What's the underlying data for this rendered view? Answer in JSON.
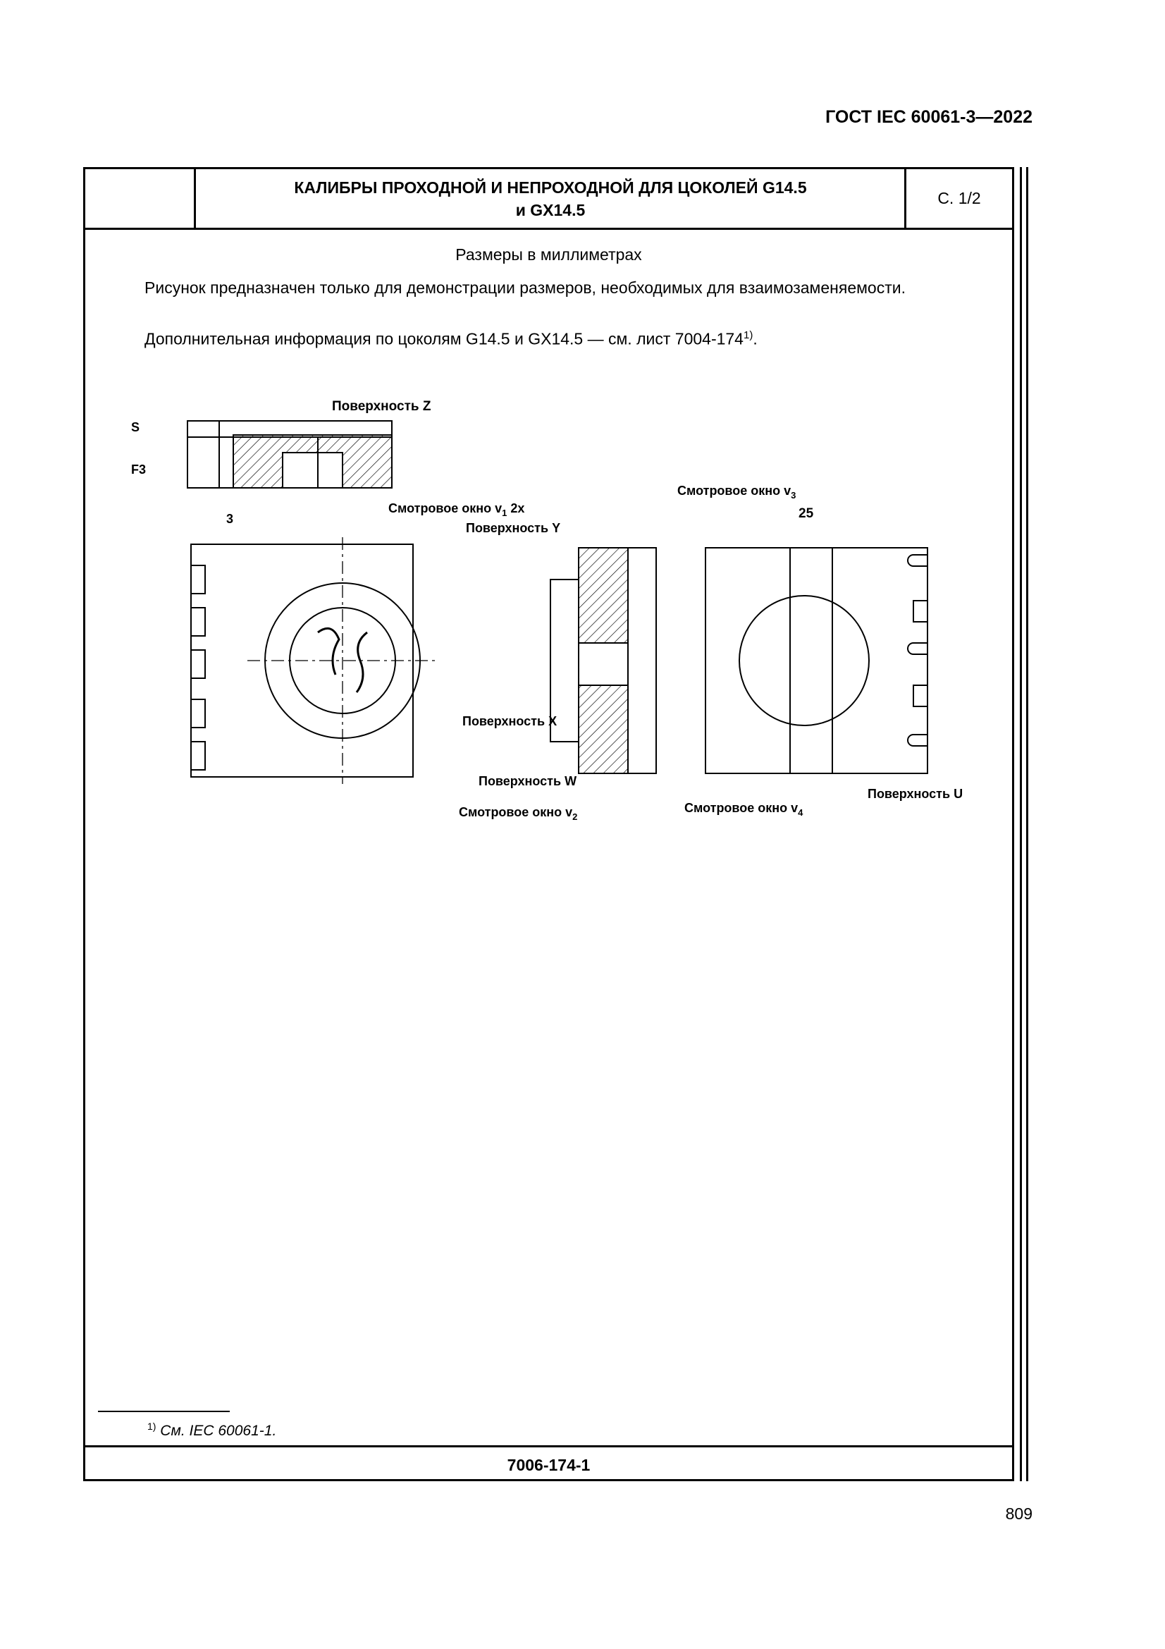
{
  "header": {
    "standard": "ГОСТ IEC 60061-3—2022"
  },
  "table": {
    "title_line1": "КАЛИБРЫ ПРОХОДНОЙ И НЕПРОХОДНОЙ ДЛЯ ЦОКОЛЕЙ G14.5",
    "title_line2": "и GX14.5",
    "sheet_page": "С. 1/2"
  },
  "body": {
    "units_note": "Размеры в миллиметрах",
    "para1": "Рисунок предназначен только для демонстрации размеров, необходимых для взаимозаменяемости.",
    "para2_text": "Дополнительная информация по цоколям G14.5 и GX14.5 — см. лист 7004-174",
    "para2_sup": "1)",
    "para2_end": "."
  },
  "drawing": {
    "labels": {
      "surface_z": "Поверхность Z",
      "surface_y": "Поверхность Y",
      "surface_x": "Поверхность X",
      "surface_w": "Поверхность W",
      "surface_u": "Поверхность U",
      "window_v1": "Смотровое окно v",
      "window_v1_sub": "1",
      "window_v1_suffix": " 2x",
      "window_v2": "Смотровое окно v",
      "window_v2_sub": "2",
      "window_v3": "Смотровое окно v",
      "window_v3_sub": "3",
      "window_v4": "Смотровое окно v",
      "window_v4_sub": "4",
      "dim_25": "25",
      "dim_3": "3"
    }
  },
  "footnote": {
    "mark": "1)",
    "text": "См. IEC 60061-1."
  },
  "footer": {
    "sheet_number": "7006-174-1",
    "page_number": "809"
  }
}
